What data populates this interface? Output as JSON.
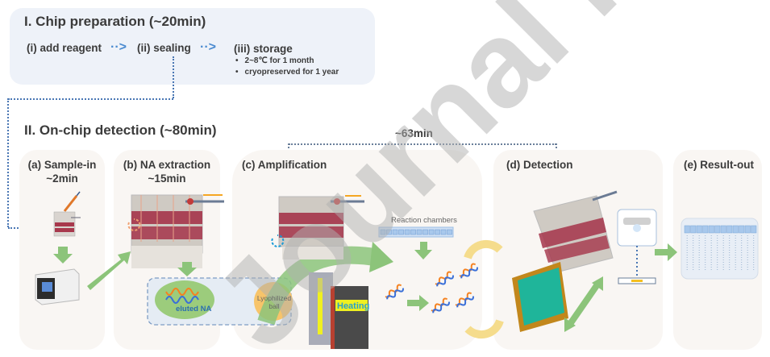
{
  "section1": {
    "title": "I.   Chip preparation (~20min)",
    "steps": [
      {
        "label": "(i) add reagent"
      },
      {
        "label": "(ii) sealing"
      },
      {
        "label": "(iii) storage"
      }
    ],
    "storage_notes": [
      "2~8℃ for 1 month",
      "cryopreserved for 1 year"
    ],
    "arrow_icon": "dotted-chevron-right"
  },
  "section2": {
    "title": "II.   On-chip detection (~80min)",
    "span_label": "~63min",
    "panels": [
      {
        "id": "a",
        "title": "(a) Sample-in",
        "subtitle": "~2min"
      },
      {
        "id": "b",
        "title": "(b) NA extraction",
        "subtitle": "~15min"
      },
      {
        "id": "c",
        "title": "(c) Amplification"
      },
      {
        "id": "d",
        "title": "(d) Detection"
      },
      {
        "id": "e",
        "title": "(e) Result-out"
      }
    ],
    "labels": {
      "eluted_na": "eluted NA",
      "lyophilized_ball": "Lyophilized ball",
      "reaction_chambers": "Reaction chambers",
      "heating": "Heating"
    },
    "reaction_chamber_count": 12,
    "result_columns": 12
  },
  "colors": {
    "prep_bg": "#eef2f9",
    "panel_bg": "#f9f6f3",
    "dotted_line": "#4a77b4",
    "green_arrow": "#8cc47a",
    "yellow_arrow": "#f5dc8c",
    "eluted_bg": "#8ec46f",
    "lyo_ball": "#f7c46a",
    "teal_module": "#1fb59a"
  },
  "watermark": "Journal Pre-proof"
}
